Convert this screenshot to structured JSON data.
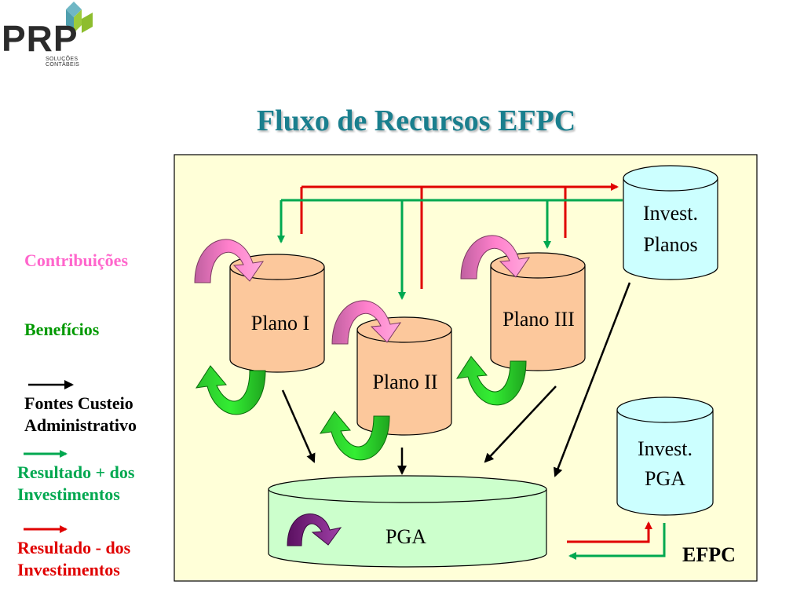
{
  "logo": {
    "text": "PRP",
    "subtitle": "SOLUÇÕES CONTÁBEIS"
  },
  "title": "Fluxo de Recursos EFPC",
  "legend": {
    "contribuicoes": "Contribuições",
    "beneficios": "Benefícios",
    "fontes_line1": "Fontes Custeio",
    "fontes_line2": "Administrativo",
    "resultado_pos_line1": "Resultado + dos",
    "resultado_pos_line2": "Investimentos",
    "resultado_neg_line1": "Resultado - dos",
    "resultado_neg_line2": "Investimentos"
  },
  "nodes": {
    "plano1": "Plano I",
    "plano2": "Plano II",
    "plano3": "Plano III",
    "invest_planos_line1": "Invest.",
    "invest_planos_line2": "Planos",
    "invest_pga_line1": "Invest.",
    "invest_pga_line2": "PGA",
    "pga": "PGA"
  },
  "efpc_label": "EFPC",
  "colors": {
    "title": "#1a7f8e",
    "panel_bg": "#ffffd8",
    "plano_fill": "#fcc89c",
    "invest_fill": "#ccffff",
    "pga_fill": "#ccffcc",
    "contribuicoes": "#ff66cc",
    "beneficios": "#009900",
    "resultado_pos": "#00a850",
    "resultado_neg": "#e00000",
    "pga_arrow": "#7a1a80"
  }
}
